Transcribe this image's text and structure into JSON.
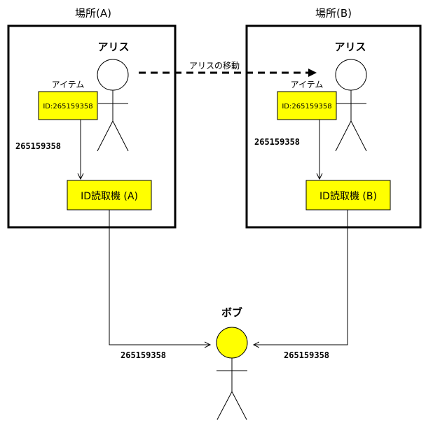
{
  "colors": {
    "highlight": "#ffff00",
    "line": "#000000",
    "background": "#ffffff"
  },
  "locations": [
    {
      "title": "場所(A)",
      "person_label": "アリス",
      "item_label": "アイテム",
      "item_id": "ID:265159358",
      "transfer_value": "265159358",
      "reader_label": "ID読取機 (A)"
    },
    {
      "title": "場所(B)",
      "person_label": "アリス",
      "item_label": "アイテム",
      "item_id": "ID:265159358",
      "transfer_value": "265159358",
      "reader_label": "ID読取機 (B)"
    }
  ],
  "movement_label": "アリスの移動",
  "bob": {
    "label": "ボブ",
    "received_from_a": "265159358",
    "received_from_b": "265159358"
  }
}
